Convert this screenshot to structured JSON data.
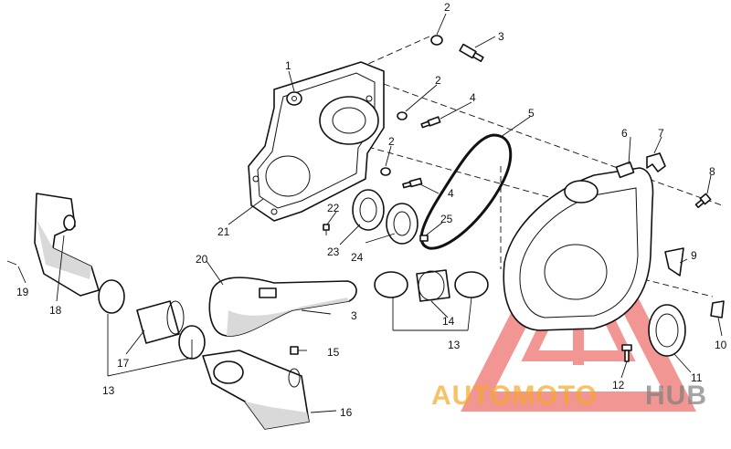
{
  "callouts": [
    "1",
    "2",
    "3",
    "2",
    "4",
    "5",
    "6",
    "7",
    "8",
    "2",
    "4",
    "9",
    "10",
    "11",
    "12",
    "13",
    "14",
    "15",
    "16",
    "17",
    "18",
    "19",
    "20",
    "21",
    "22",
    "23",
    "24",
    "25",
    "3",
    "13"
  ],
  "watermark": {
    "text_orange": "AUTOMOTO",
    "text_gray": "HUB",
    "color_orange": "#f5a623",
    "color_gray": "#7d7d7d",
    "color_red": "#e8413c"
  }
}
